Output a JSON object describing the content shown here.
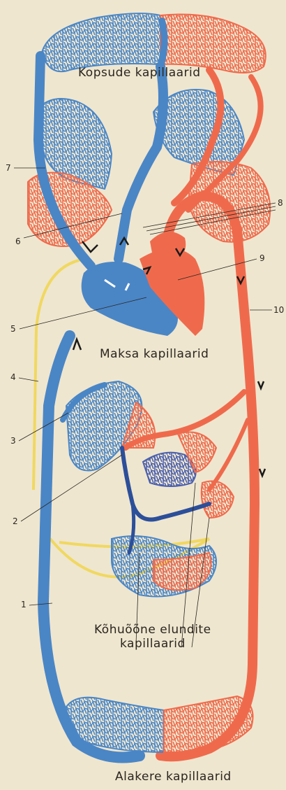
{
  "labels": {
    "lung": "Kopsude kapillaarid",
    "liver": "Maksa kapillaarid",
    "abdomen_line1": "Kõhuõõne elundite",
    "abdomen_line2": "kapillaarid",
    "lower_body": "Alakere kapillaarid"
  },
  "numbers": [
    "1",
    "2",
    "3",
    "4",
    "5",
    "6",
    "7",
    "8",
    "9",
    "10"
  ],
  "colors": {
    "venous": "#4a86c6",
    "arterial": "#ef6a4c",
    "portal": "#2c4f9a",
    "lymph": "#f0d860",
    "background": "#efe6cf"
  }
}
